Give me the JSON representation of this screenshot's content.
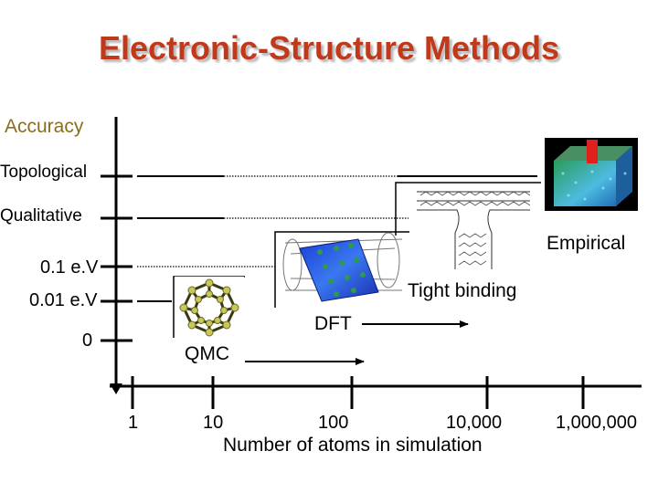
{
  "title": "Electronic-Structure Methods",
  "y_axis": {
    "label": "Accuracy",
    "ticks": [
      "Topological",
      "Qualitative",
      "0.1 e.V",
      "0.01 e.V",
      "0"
    ]
  },
  "x_axis": {
    "label": "Number of atoms in simulation",
    "ticks": [
      "1",
      "10",
      "100",
      "10,000",
      "1,000,000"
    ]
  },
  "methods": [
    "Empirical",
    "Tight binding",
    "DFT",
    "QMC"
  ],
  "colors": {
    "title": "#c0391b",
    "accuracy_label": "#8a6d1e",
    "axis": "#000000"
  },
  "images": [
    "fullerene-molecule",
    "nanotube-junction",
    "carbon-cage-on-sheet",
    "atomistic-block-simulation"
  ]
}
